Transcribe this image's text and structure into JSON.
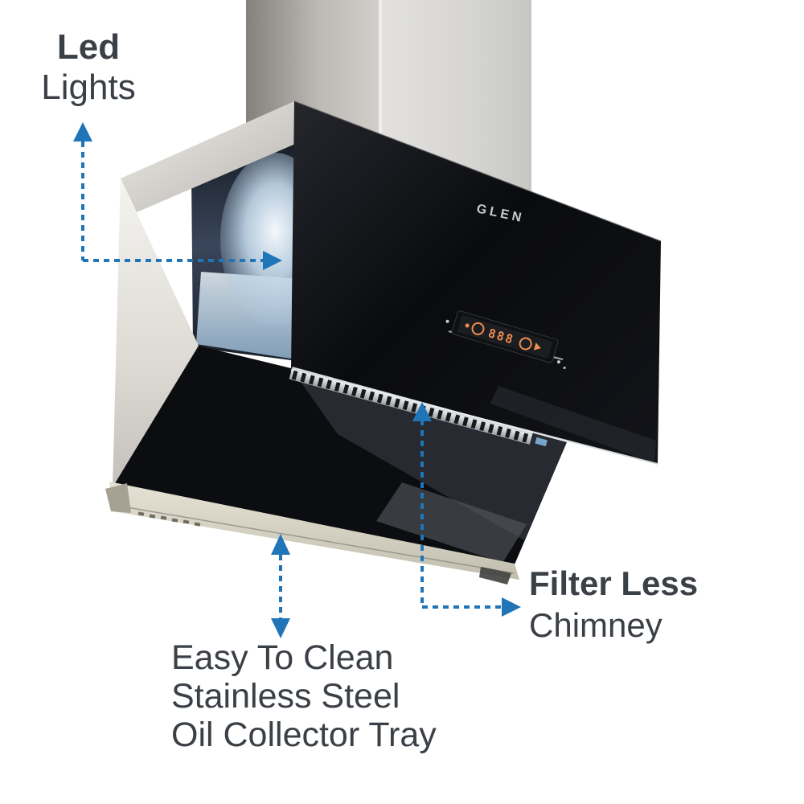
{
  "annotations": {
    "led": {
      "line1": "Led",
      "line2": "Lights"
    },
    "filter_less": {
      "line1": "Filter Less",
      "line2": "Chimney"
    },
    "oil_tray": {
      "line1": "Easy To Clean",
      "line2": "Stainless Steel",
      "line3": "Oil Collector Tray"
    }
  },
  "product": {
    "brand_logo": "GLEN",
    "control_panel": {
      "display_value": "888",
      "icons": [
        "power-dot-icon",
        "fan-dial-icon",
        "timer-dial-icon",
        "play-arrow-icon"
      ]
    }
  },
  "colors": {
    "arrow_blue": "#1f75b8",
    "label_text": "#3b4046",
    "display_orange": "#ee8e50",
    "glass_black": "#0c0d10",
    "steel_gray": "#d6d5d2",
    "tray_beige": "#d9d5c7",
    "led_glow_blue": "#a9c6e0",
    "background": "#ffffff"
  }
}
